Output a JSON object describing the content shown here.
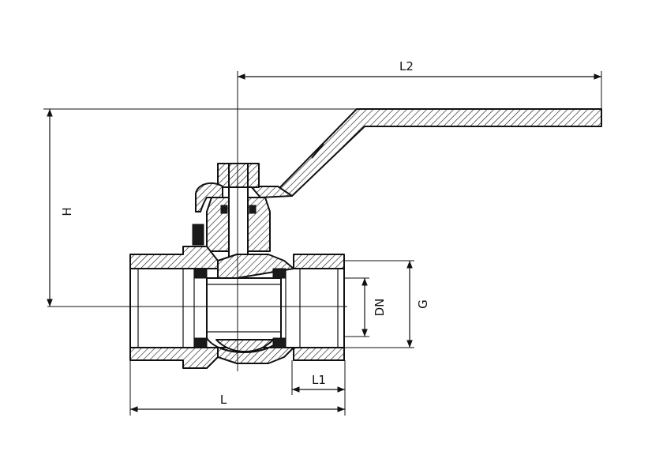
{
  "labels": {
    "l2": "L2",
    "h": "H",
    "dn": "DN",
    "g": "G",
    "l1": "L1",
    "l": "L"
  }
}
